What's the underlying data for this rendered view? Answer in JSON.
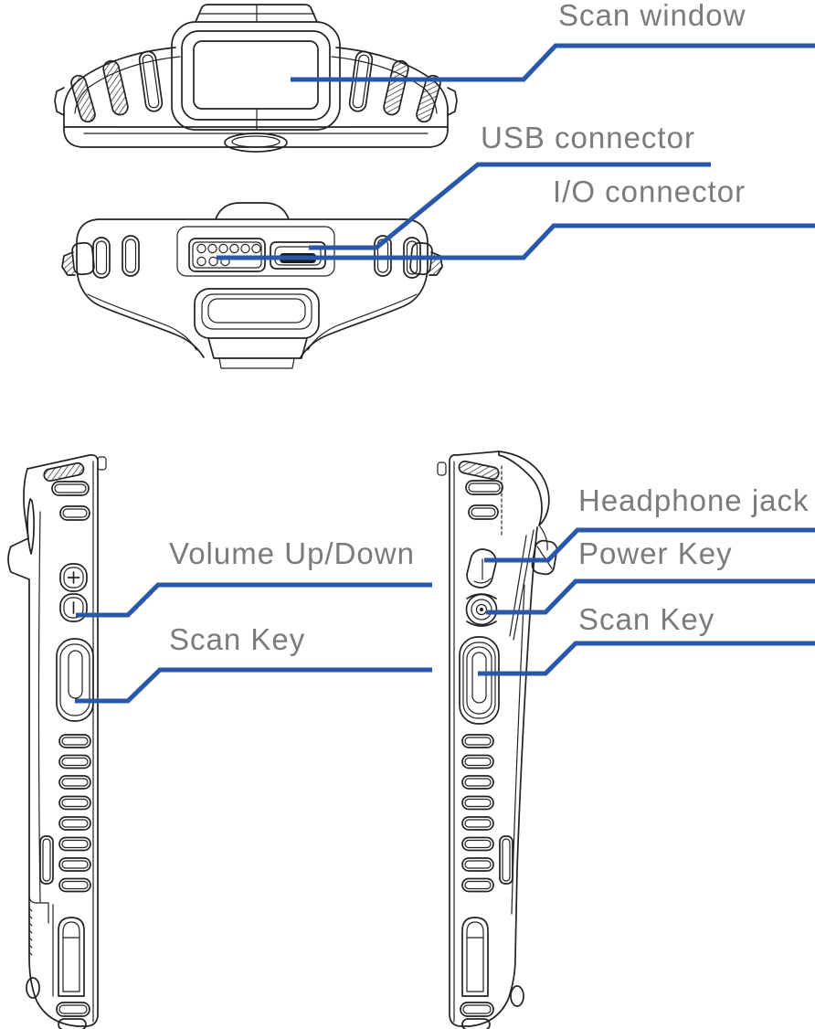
{
  "diagram": {
    "colors": {
      "callout_line": "#2957a9",
      "label_text": "#7b7b7b",
      "line_art": "#222222",
      "background": "#ffffff"
    },
    "views": [
      {
        "name": "top-view"
      },
      {
        "name": "connector-end-view"
      },
      {
        "name": "left-side-view"
      },
      {
        "name": "right-side-view"
      }
    ],
    "callouts": [
      {
        "id": "scan-window",
        "label": "Scan window"
      },
      {
        "id": "usb-connector",
        "label": "USB connector"
      },
      {
        "id": "io-connector",
        "label": "I/O connector"
      },
      {
        "id": "volume-up-down",
        "label": "Volume Up/Down"
      },
      {
        "id": "scan-key-left",
        "label": "Scan Key"
      },
      {
        "id": "headphone-jack",
        "label": "Headphone jack"
      },
      {
        "id": "power-key",
        "label": "Power Key"
      },
      {
        "id": "scan-key-right",
        "label": "Scan Key"
      }
    ]
  }
}
